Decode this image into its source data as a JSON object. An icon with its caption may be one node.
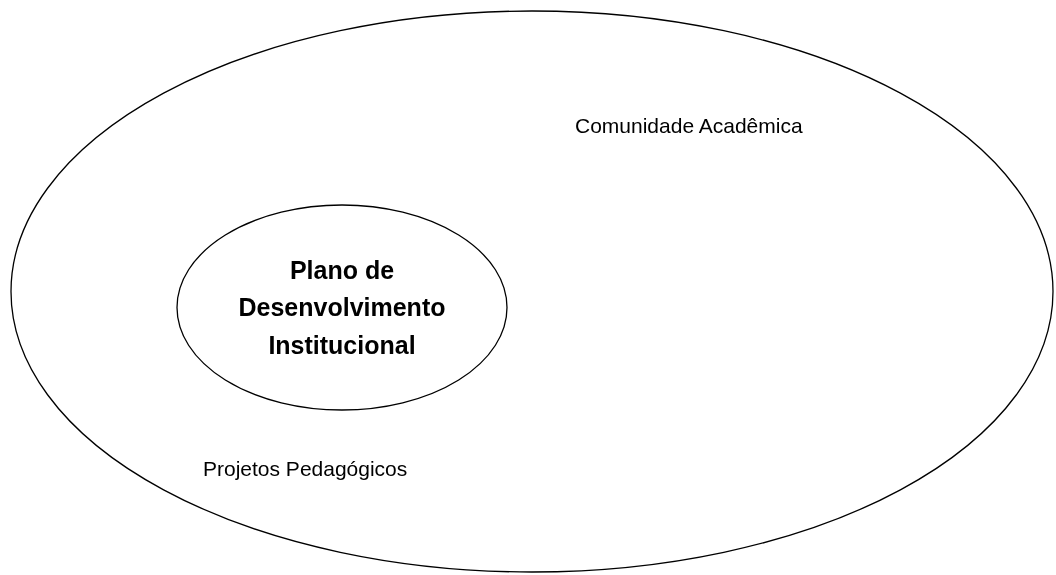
{
  "diagram": {
    "nodes": [
      {
        "text": [
          "Comunidade Acadêmica",
          "Projetos Pedagógicos"
        ]
      },
      {
        "text": [
          "Plano de Desenvolvimento Institucional"
        ],
        "in": 0
      }
    ]
  }
}
